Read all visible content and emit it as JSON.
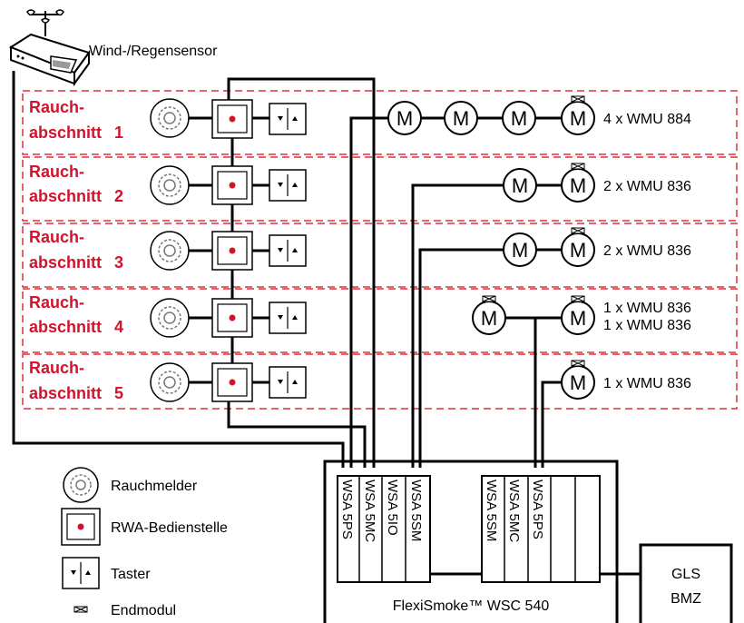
{
  "sensor": {
    "label": "Wind-/Regensensor"
  },
  "sections": [
    {
      "line1": "Rauch-",
      "line2": "abschnitt",
      "num": "1",
      "motors": "4 x WMU 884"
    },
    {
      "line1": "Rauch-",
      "line2": "abschnitt",
      "num": "2",
      "motors": "2 x WMU 836"
    },
    {
      "line1": "Rauch-",
      "line2": "abschnitt",
      "num": "3",
      "motors": "2 x WMU 836"
    },
    {
      "line1": "Rauch-",
      "line2": "abschnitt",
      "num": "4",
      "motors": "1 x WMU 836",
      "motors2": "1 x WMU 836"
    },
    {
      "line1": "Rauch-",
      "line2": "abschnitt",
      "num": "5",
      "motors": "1 x WMU 836"
    }
  ],
  "motor_symbol": "M",
  "controller": {
    "name": "FlexiSmoke™ WSC 540",
    "modules_left": [
      "WSA 5PS",
      "WSA 5MC",
      "WSA 5IO",
      "WSA 5SM"
    ],
    "modules_right": [
      "WSA 5SM",
      "WSA 5MC",
      "WSA 5PS"
    ]
  },
  "gls": {
    "line1": "GLS",
    "line2": "BMZ"
  },
  "legend": {
    "smoke_detector": "Rauchmelder",
    "control_station": "RWA-Bedienstelle",
    "button": "Taster",
    "end_module": "Endmodul"
  },
  "colors": {
    "accent": "#d3122b",
    "dashed": "#e0303d",
    "line": "#000000"
  },
  "icons": [
    "weather-station-icon",
    "smoke-detector-icon",
    "control-station-icon",
    "button-icon",
    "motor-icon",
    "end-module-icon"
  ]
}
